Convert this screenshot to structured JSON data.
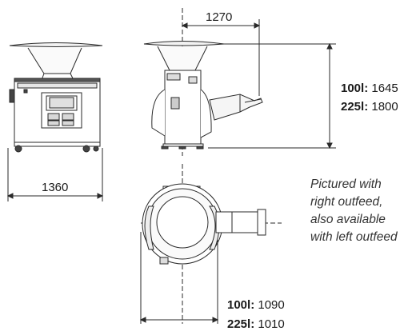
{
  "dimensions": {
    "front_width": "1360",
    "side_depth": "1270",
    "height_100_label": "100l:",
    "height_100_value": "1645",
    "height_225_label": "225l:",
    "height_225_value": "1800",
    "base_100_label": "100l:",
    "base_100_value": "1090",
    "base_225_label": "225l:",
    "base_225_value": "1010"
  },
  "caption": {
    "line1": "Pictured with",
    "line2": "right outfeed,",
    "line3": "also available",
    "line4": "with left outfeed"
  }
}
